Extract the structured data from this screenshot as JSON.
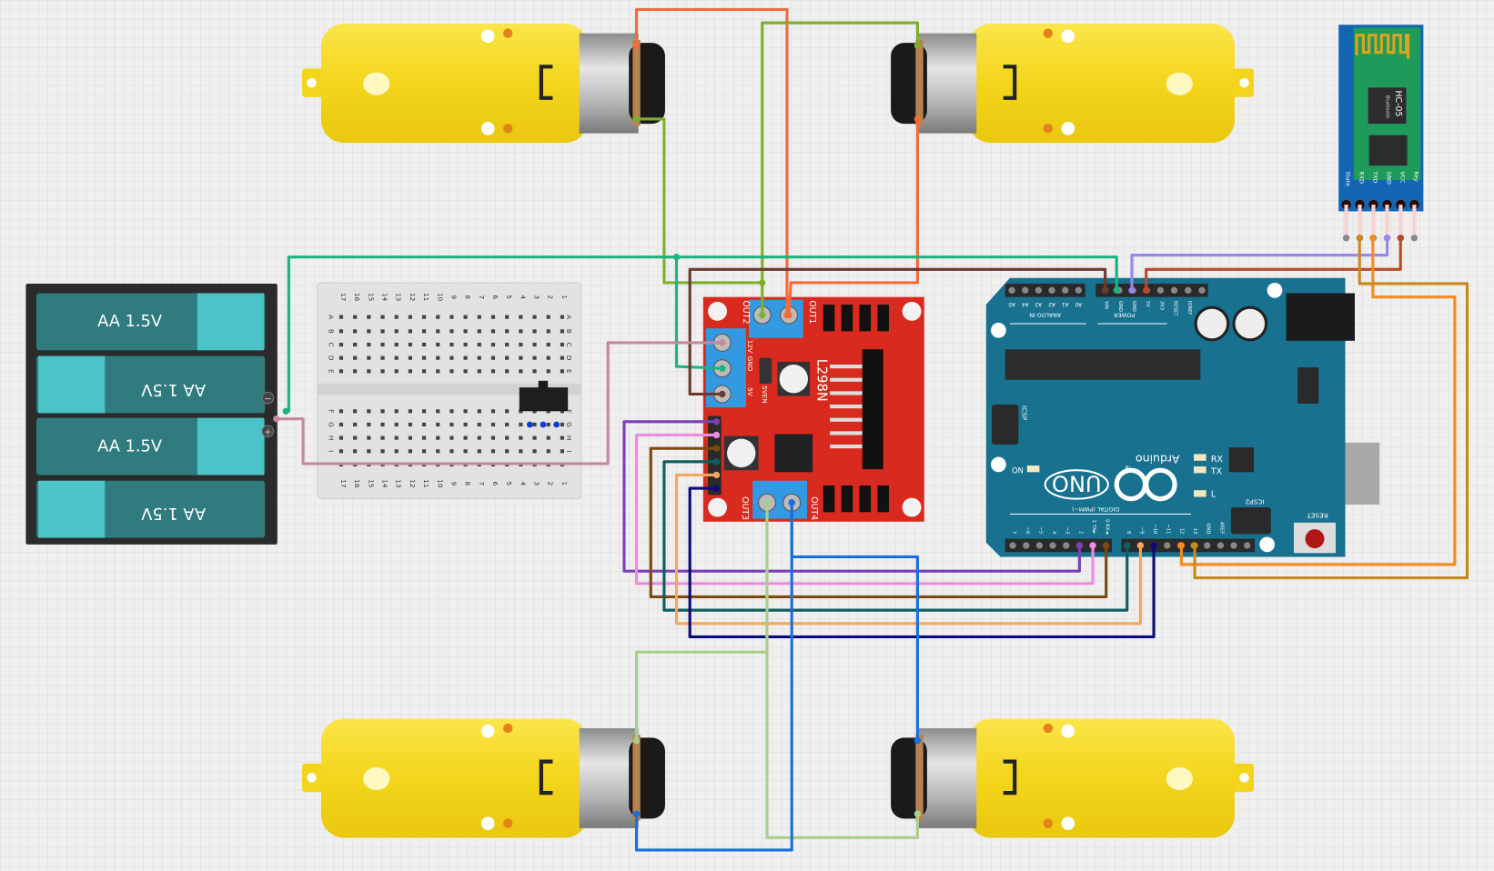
{
  "canvas": {
    "grid": true,
    "background": "#efefef",
    "grid_color": "#d6d6d6"
  },
  "battery": {
    "cells": [
      "AA 1.5V",
      "AA 1.5V",
      "AA 1.5V",
      "AA 1.5V"
    ],
    "minus": "−",
    "plus": "+"
  },
  "breadboard": {
    "columns": [
      "17",
      "16",
      "15",
      "14",
      "13",
      "12",
      "11",
      "10",
      "9",
      "8",
      "7",
      "6",
      "5",
      "4",
      "3",
      "2",
      "1"
    ],
    "rows_top": [
      "A",
      "B",
      "C",
      "D",
      "E"
    ],
    "rows_bottom": [
      "F",
      "G",
      "H",
      "I",
      "J"
    ]
  },
  "driver": {
    "chip": "L298N",
    "out1": "OUT1",
    "out2": "OUT2",
    "out3": "OUT3",
    "out4": "OUT4",
    "v12": "12V",
    "gnd": "GND",
    "v5": "5V",
    "en5v": "5VEN"
  },
  "arduino": {
    "model": "UNO",
    "brand": "Arduino",
    "tm": "TM",
    "analog_label": "ANALOG IN",
    "power_label": "POWER",
    "digital_label": "DIGITAL (PWM~)",
    "analog_pins": [
      "A5",
      "A4",
      "A3",
      "A2",
      "A1",
      "A0"
    ],
    "power_pins": [
      "VIN",
      "GND",
      "GND",
      "5V",
      "3V3",
      "RESET",
      "IOREF"
    ],
    "digital_pins_low": [
      "0 RX◄",
      "1 TX►",
      "2",
      "~3",
      "4",
      "~5",
      "~6",
      "7"
    ],
    "digital_pins_high": [
      "8",
      "~9",
      "~10",
      "~11",
      "12",
      "13",
      "GND",
      "AREF"
    ],
    "icsp": "ICSP",
    "icsp2": "ICSP2",
    "reset": "RESET",
    "on": "ON",
    "rx": "RX",
    "tx": "TX",
    "l": "L"
  },
  "bluetooth": {
    "name": "HC-05",
    "sub": "Bluetooth",
    "pins": [
      "State",
      "RXD",
      "TXD",
      "GND",
      "VCC",
      "Key"
    ]
  },
  "wire_colors": {
    "orange": "#f26b3a",
    "olive": "#7fae2f",
    "green": "#1db37f",
    "brown": "#6b3a2f",
    "mauve": "#c48a9a",
    "lavender": "#9b86e8",
    "rust": "#b84a2a",
    "tx_orange": "#f28c1e",
    "rx_gold": "#c88a1a",
    "purple": "#7b3fb8",
    "pink": "#f08ae0",
    "dark_brown": "#7a4a10",
    "teal": "#0f5e5e",
    "peach": "#f5a65b",
    "navy": "#0a0a7a",
    "light_green": "#a8d08a",
    "blue": "#1a6fe0"
  }
}
